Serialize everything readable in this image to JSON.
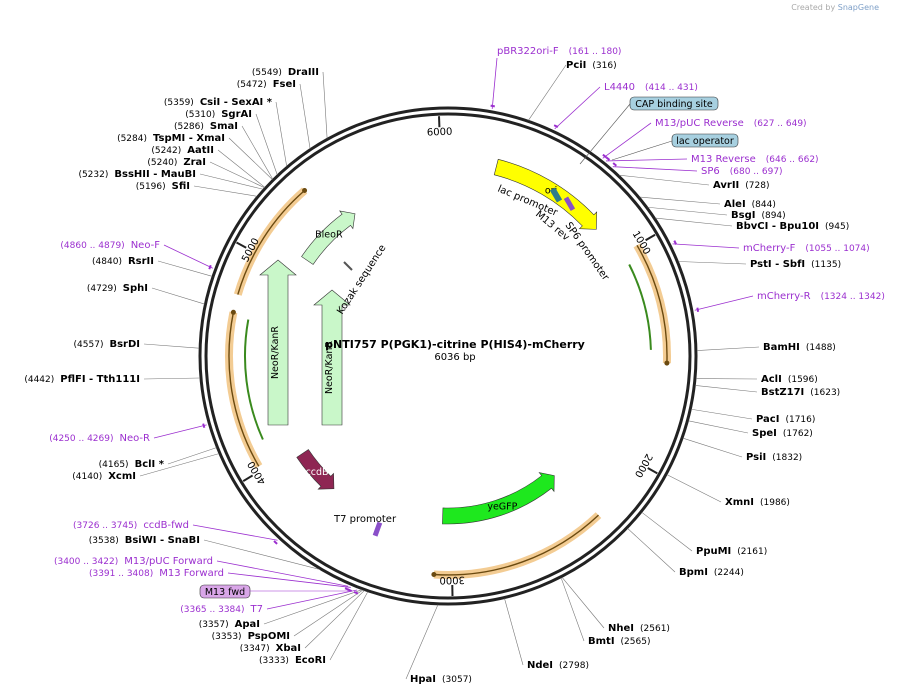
{
  "credit": {
    "prefix": "Created by",
    "brand": "SnapGene"
  },
  "plasmid": {
    "name": "pNTI757 P(PGK1)-citrine P(HIS4)-mCherry",
    "size_label": "6036 bp",
    "length": 6036
  },
  "ticks": [
    {
      "pos": 1000,
      "label": "1000"
    },
    {
      "pos": 2000,
      "label": "2000"
    },
    {
      "pos": 3000,
      "label": "3000"
    },
    {
      "pos": 4000,
      "label": "4000"
    },
    {
      "pos": 5000,
      "label": "5000"
    },
    {
      "pos": 6000,
      "label": "6000"
    }
  ],
  "colors": {
    "site": "#000000",
    "primer": "#9b2fcf",
    "ori": "#ffff00",
    "orf_orange": "#e9a23b",
    "marker_light": "#c9f7c9",
    "yegfp": "#1ee81e",
    "ccdb": "#8e2653",
    "boxed": "#a7d0e0",
    "lac": "#2e7d8a"
  },
  "sites": [
    {
      "name": "PciI",
      "num": "(316)",
      "pos": 316
    },
    {
      "name": "AvrII",
      "num": "(728)",
      "pos": 728
    },
    {
      "name": "AleI",
      "num": "(844)",
      "pos": 844
    },
    {
      "name": "BsgI",
      "num": "(894)",
      "pos": 894
    },
    {
      "name": "BbvCI - Bpu10I",
      "num": "(945)",
      "pos": 945
    },
    {
      "name": "PstI - SbfI",
      "num": "(1135)",
      "pos": 1135
    },
    {
      "name": "BamHI",
      "num": "(1488)",
      "pos": 1488
    },
    {
      "name": "AclI",
      "num": "(1596)",
      "pos": 1596
    },
    {
      "name": "BstZ17I",
      "num": "(1623)",
      "pos": 1623
    },
    {
      "name": "PacI",
      "num": "(1716)",
      "pos": 1716
    },
    {
      "name": "SpeI",
      "num": "(1762)",
      "pos": 1762
    },
    {
      "name": "PsiI",
      "num": "(1832)",
      "pos": 1832
    },
    {
      "name": "XmnI",
      "num": "(1986)",
      "pos": 1986
    },
    {
      "name": "PpuMI",
      "num": "(2161)",
      "pos": 2161
    },
    {
      "name": "BpmI",
      "num": "(2244)",
      "pos": 2244
    },
    {
      "name": "NheI",
      "num": "(2561)",
      "pos": 2561
    },
    {
      "name": "BmtI",
      "num": "(2565)",
      "pos": 2565
    },
    {
      "name": "NdeI",
      "num": "(2798)",
      "pos": 2798
    },
    {
      "name": "HpaI",
      "num": "(3057)",
      "pos": 3057
    },
    {
      "name": "EcoRI",
      "num": "(3333)",
      "pos": 3333
    },
    {
      "name": "XbaI",
      "num": "(3347)",
      "pos": 3347
    },
    {
      "name": "PspOMI",
      "num": "(3353)",
      "pos": 3353
    },
    {
      "name": "ApaI",
      "num": "(3357)",
      "pos": 3357
    },
    {
      "name": "BsiWI - SnaBI",
      "num": "(3538)",
      "pos": 3538
    },
    {
      "name": "XcmI",
      "num": "(4140)",
      "pos": 4140
    },
    {
      "name": "BclI *",
      "num": "(4165)",
      "pos": 4165
    },
    {
      "name": "PflFI - Tth111I",
      "num": "(4442)",
      "pos": 4442
    },
    {
      "name": "BsrDI",
      "num": "(4557)",
      "pos": 4557
    },
    {
      "name": "SphI",
      "num": "(4729)",
      "pos": 4729
    },
    {
      "name": "RsrII",
      "num": "(4840)",
      "pos": 4840
    },
    {
      "name": "SfiI",
      "num": "(5196)",
      "pos": 5196
    },
    {
      "name": "BssHII - MauBI",
      "num": "(5232)",
      "pos": 5232
    },
    {
      "name": "ZraI",
      "num": "(5240)",
      "pos": 5240
    },
    {
      "name": "AatII",
      "num": "(5242)",
      "pos": 5242
    },
    {
      "name": "TspMI - XmaI",
      "num": "(5284)",
      "pos": 5284
    },
    {
      "name": "SmaI",
      "num": "(5286)",
      "pos": 5286
    },
    {
      "name": "SgrAI",
      "num": "(5310)",
      "pos": 5310
    },
    {
      "name": "CsiI - SexAI *",
      "num": "(5359)",
      "pos": 5359
    },
    {
      "name": "FseI",
      "num": "(5472)",
      "pos": 5472
    },
    {
      "name": "DraIII",
      "num": "(5549)",
      "pos": 5549
    }
  ],
  "primers": [
    {
      "name": "pBR322ori-F",
      "range": "(161 .. 180)",
      "pos": 170
    },
    {
      "name": "L4440",
      "range": "(414 .. 431)",
      "pos": 422
    },
    {
      "name": "M13/pUC Reverse",
      "range": "(627 .. 649)",
      "pos": 638
    },
    {
      "name": "M13 Reverse",
      "range": "(646 .. 662)",
      "pos": 654
    },
    {
      "name": "SP6",
      "range": "(680 .. 697)",
      "pos": 688
    },
    {
      "name": "mCherry-F",
      "range": "(1055 .. 1074)",
      "pos": 1064
    },
    {
      "name": "mCherry-R",
      "range": "(1324 .. 1342)",
      "pos": 1333
    },
    {
      "name": "T7",
      "range": "(3365 .. 3384)",
      "pos": 3374
    },
    {
      "name": "M13 Forward",
      "range": "(3391 .. 3408)",
      "pos": 3400
    },
    {
      "name": "M13/pUC Forward",
      "range": "(3400 .. 3422)",
      "pos": 3411
    },
    {
      "name": "ccdB-fwd",
      "range": "(3726 .. 3745)",
      "pos": 3735
    },
    {
      "name": "Neo-R",
      "range": "(4250 .. 4269)",
      "pos": 4260
    },
    {
      "name": "Neo-F",
      "range": "(4860 .. 4879)",
      "pos": 4870
    }
  ],
  "boxed_features": [
    {
      "name": "CAP binding site"
    },
    {
      "name": "lac operator"
    },
    {
      "name": "M13 fwd"
    }
  ],
  "features": [
    {
      "name": "ori",
      "start": 240,
      "end": 830,
      "dir": 1
    },
    {
      "name": "lac promoter",
      "start": 600,
      "end": 630,
      "dir": 1
    },
    {
      "name": "M13 rev",
      "start": 640,
      "end": 660,
      "dir": 1
    },
    {
      "name": "SP6 promoter",
      "start": 680,
      "end": 700,
      "dir": 1
    },
    {
      "name": "yeGFP",
      "start": 2320,
      "end": 3050,
      "dir": -1
    },
    {
      "name": "T7 promoter",
      "start": 3360,
      "end": 3390,
      "dir": -1
    },
    {
      "name": "ccdB",
      "start": 3700,
      "end": 3960,
      "dir": -1
    },
    {
      "name": "NeoR/KanR",
      "start": 4000,
      "end": 4700,
      "dir": 1
    },
    {
      "name": "NeoR/KanR",
      "start": 4250,
      "end": 4950,
      "dir": 1
    },
    {
      "name": "BleoR",
      "start": 5100,
      "end": 5480,
      "dir": 1
    },
    {
      "name": "Kozak sequence",
      "start": 5000,
      "end": 5010,
      "dir": 1
    }
  ]
}
